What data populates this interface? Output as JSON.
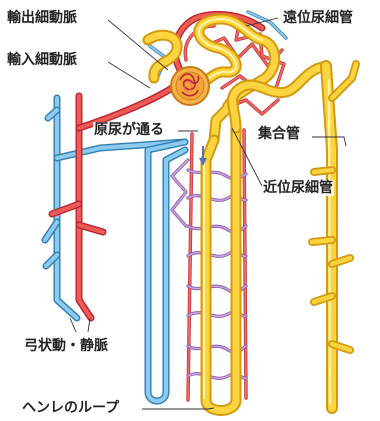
{
  "labels": {
    "efferent_arteriole": "輸出細動脈",
    "afferent_arteriole": "輸入細動脈",
    "distal_tubule": "遠位尿細管",
    "collecting_duct": "集合管",
    "urine_flow": "原尿が通る",
    "proximal_tubule": "近位尿細管",
    "arcuate_vessels": "弓状動・静脈",
    "loop_of_henle": "ヘンレのループ"
  },
  "colors": {
    "artery": "#e8504c",
    "vein": "#7cc4ef",
    "tubule": "#fcd440",
    "glomerulus_capsule": "#f0a030",
    "capillary_network": "#b58acb",
    "flow_arrow": "#5a6fb0"
  }
}
